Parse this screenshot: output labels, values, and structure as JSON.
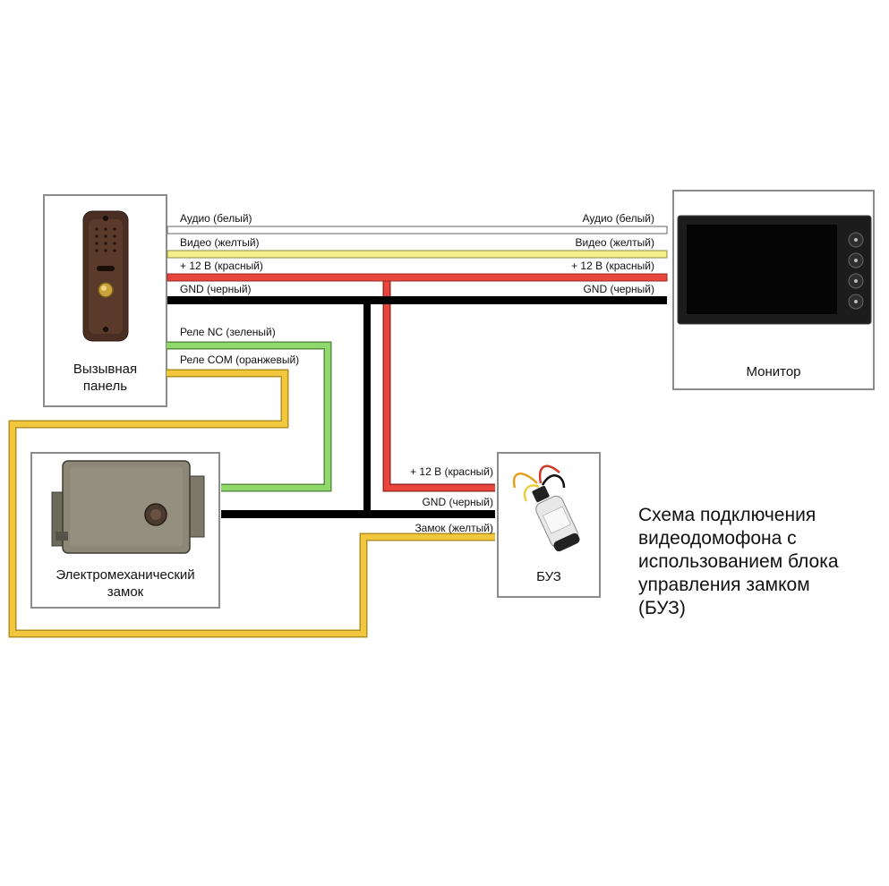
{
  "devices": {
    "panel": {
      "label_line1": "Вызывная",
      "label_line2": "панель"
    },
    "monitor": {
      "label": "Монитор"
    },
    "lock": {
      "label_line1": "Электромеханический",
      "label_line2": "замок"
    },
    "buz": {
      "label": "БУЗ"
    }
  },
  "wires": {
    "audio": {
      "label_left": "Аудио (белый)",
      "label_right": "Аудио (белый)",
      "color": "#ffffff"
    },
    "video": {
      "label_left": "Видео (желтый)",
      "label_right": "Видео (желтый)",
      "color": "#f5f08a"
    },
    "power": {
      "label_left": "+ 12 В (красный)",
      "label_right": "+ 12 В (красный)",
      "label_buz": "+ 12 В (красный)",
      "color": "#e8453c"
    },
    "gnd": {
      "label_left": "GND (черный)",
      "label_right": "GND (черный)",
      "label_buz": "GND (черный)",
      "color": "#000000"
    },
    "relay_nc": {
      "label": "Реле NC (зеленый)",
      "color": "#8fd86a"
    },
    "relay_com": {
      "label": "Реле COM (оранжевый)",
      "color": "#f2c73e"
    },
    "lock_wire": {
      "label": "Замок (желтый)",
      "color": "#f0e06a"
    }
  },
  "title_lines": [
    "Схема подключения",
    "видеодомофона с",
    "использованием блока",
    "управления замком",
    "(БУЗ)"
  ]
}
